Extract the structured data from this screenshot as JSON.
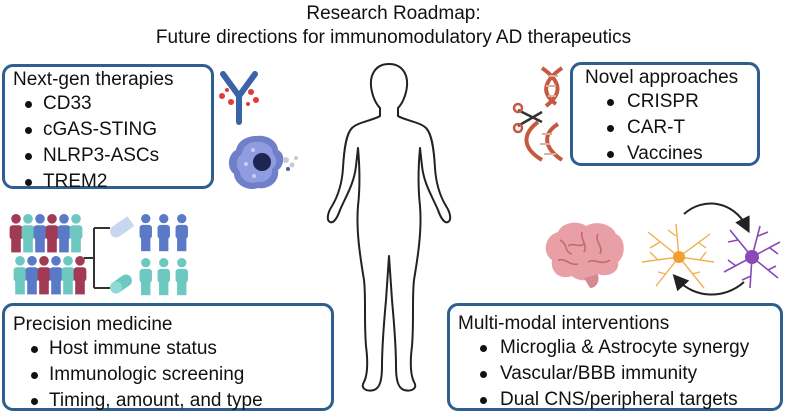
{
  "title": {
    "line1": "Research Roadmap:",
    "line2": "Future directions for immunomodulatory AD therapeutics"
  },
  "panels": {
    "next_gen": {
      "heading": "Next-gen therapies",
      "items": [
        "CD33",
        "cGAS-STING",
        "NLRP3-ASCs",
        "TREM2"
      ]
    },
    "novel": {
      "heading": "Novel approaches",
      "items": [
        "CRISPR",
        "CAR-T",
        "Vaccines"
      ]
    },
    "precision": {
      "heading": "Precision medicine",
      "items": [
        "Host immune status",
        "Immunologic screening",
        "Timing, amount, and type"
      ]
    },
    "multimodal": {
      "heading": "Multi-modal interventions",
      "items": [
        "Microglia & Astrocyte synergy",
        "Vascular/BBB immunity",
        "Dual CNS/peripheral targets"
      ]
    }
  },
  "icons": [
    "antibody-icon",
    "macrophage-icon",
    "dna-scissors-icon",
    "human-body-icon",
    "patient-group-icon",
    "pill-icon",
    "brain-icon",
    "astrocyte-icon",
    "microglia-icon",
    "cycle-arrows-icon"
  ],
  "colors": {
    "border": "#2f5f8f",
    "antibody": "#3b63a8",
    "antibody_tips": "#e03a3a",
    "macrophage": "#6f7fc8",
    "dna": "#c65a40",
    "brain": "#e8a0a6",
    "astrocyte": "#f0a030",
    "microglia": "#8a48b8",
    "people_red": "#a03a55",
    "people_blue": "#5a7ac8",
    "people_teal": "#6cc8c0"
  }
}
